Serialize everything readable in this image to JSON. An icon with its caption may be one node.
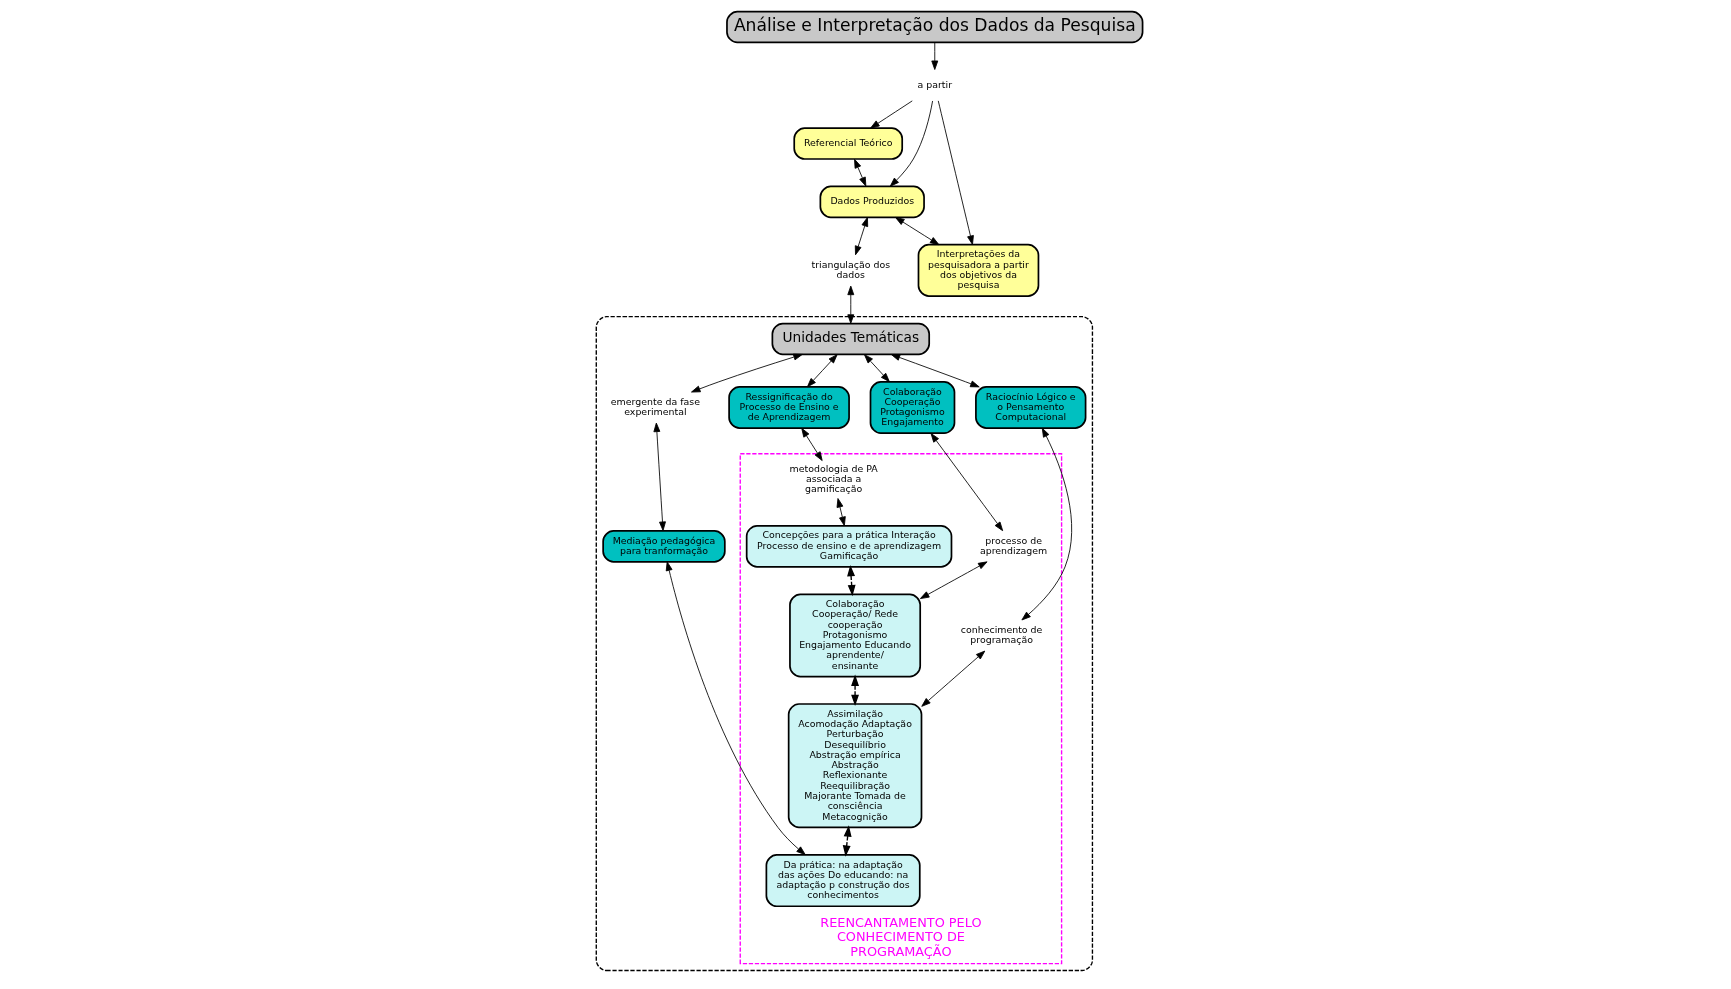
{
  "diagram": {
    "nodes": [
      {
        "text": [
          "Análise e Interpretação dos Dados da Pesquisa"
        ]
      },
      {
        "text": [
          "a partir"
        ]
      },
      {
        "text": [
          "Referencial Teórico"
        ]
      },
      {
        "text": [
          "Dados Produzidos"
        ]
      },
      {
        "text": [
          "Interpretações da pesquisadora a partir dos objetivos da pesquisa"
        ]
      },
      {
        "text": [
          "triangulação dos dados"
        ]
      },
      {
        "text": [],
        "shape": "ellipse"
      },
      {
        "text": [
          "Unidades Temáticas"
        ],
        "in": 6
      },
      {
        "text": [
          "emergente da fase experimental"
        ],
        "in": 6
      },
      {
        "text": [
          "Ressignificação do Processo de Ensino e de Aprendizagem"
        ],
        "in": 6
      },
      {
        "text": [
          "Mediação pedagógica para tranformação"
        ],
        "in": 6
      },
      {
        "text": [
          "Colaboração Cooperação Protagonismo Engajamento"
        ],
        "in": 6
      },
      {
        "text": [
          "Raciocínio Lógico e o Pensamento Computacional"
        ],
        "in": 6
      },
      {
        "text": [
          "REENCANTAMENTO PELO CONHECIMENTO DE PROGRAMAÇÃO"
        ],
        "in": 6
      },
      {
        "text": [
          "metodologia de PA associada a gamificação"
        ],
        "in": 13
      },
      {
        "text": [
          "processo de aprendizagem"
        ],
        "in": 13
      },
      {
        "text": [
          "conhecimento de programação"
        ],
        "in": 13
      },
      {
        "text": [
          "Da prática: na adaptação das ações Do educando: na adaptação p construção dos conhecimentos"
        ],
        "in": 13
      },
      {
        "text": [
          "Concepções para a prática Interação Processo de ensino e de aprendizagem Gamificação"
        ],
        "in": 13
      },
      {
        "text": [
          "Colaboração Cooperação/ Rede cooperação Protagonismo Engajamento Educando aprendente/ ensinante"
        ],
        "in": 13
      },
      {
        "text": [
          "Assimilação Acomodação Adaptação Perturbação Desequilíbrio Abstração empírica Abstração Reflexionante Reequilibração Majorante Tomada de consciência Metacognição"
        ],
        "in": 13
      }
    ],
    "edges": [
      {
        "from": 0,
        "to": 1,
        "arrow": "to"
      },
      {
        "from": 1,
        "to": 2,
        "arrow": "to"
      },
      {
        "from": 1,
        "to": 3,
        "arrow": "to"
      },
      {
        "from": 1,
        "to": 4,
        "arrow": "to"
      },
      {
        "from": 2,
        "to": 3,
        "arrow": "both"
      },
      {
        "from": 3,
        "to": 4,
        "arrow": "both"
      },
      {
        "from": 3,
        "to": 5,
        "arrow": "both"
      },
      {
        "from": 5,
        "to": 7,
        "arrow": "both"
      },
      {
        "from": 7,
        "to": 8,
        "arrow": "both"
      },
      {
        "from": 8,
        "to": 10,
        "arrow": "both"
      },
      {
        "from": 7,
        "to": 9,
        "arrow": "both"
      },
      {
        "from": 7,
        "to": 11,
        "arrow": "both"
      },
      {
        "from": 7,
        "to": 12,
        "arrow": "both"
      },
      {
        "from": 9,
        "to": 14,
        "arrow": "both"
      },
      {
        "from": 14,
        "to": 18,
        "arrow": "both"
      },
      {
        "from": 11,
        "to": 15,
        "arrow": "both"
      },
      {
        "from": 15,
        "to": 19,
        "arrow": "both"
      },
      {
        "from": 12,
        "to": 16,
        "arrow": "both"
      },
      {
        "from": 16,
        "to": 20,
        "arrow": "both"
      },
      {
        "from": 10,
        "to": 17,
        "arrow": "both"
      },
      {
        "from": 18,
        "to": 19,
        "arrow": "both",
        "style": "dashed"
      },
      {
        "from": 19,
        "to": 20,
        "arrow": "both",
        "style": "dashed"
      },
      {
        "from": 20,
        "to": 17,
        "arrow": "both",
        "style": "dashed"
      }
    ]
  }
}
